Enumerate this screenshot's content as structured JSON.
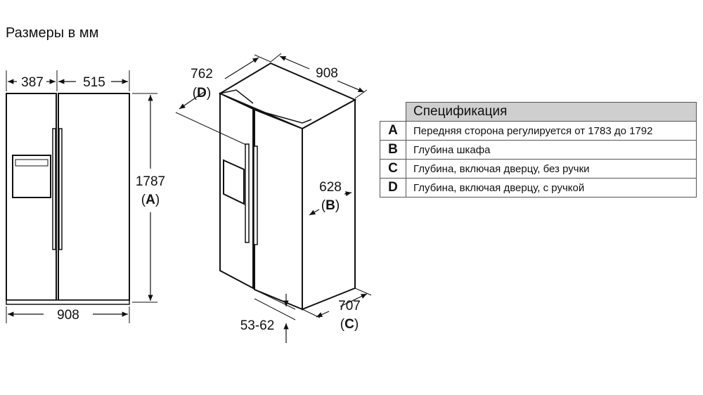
{
  "title": "Размеры в мм",
  "front_view": {
    "width_left": "387",
    "width_right": "515",
    "width_total": "908",
    "height": "1787",
    "height_label": "A"
  },
  "iso_view": {
    "depth_door_handle": "762",
    "depth_door_handle_label": "D",
    "width": "908",
    "depth_cabinet": "628",
    "depth_cabinet_label": "B",
    "depth_door": "707",
    "depth_door_label": "C",
    "feet_adjust": "53-62"
  },
  "spec": {
    "header": "Спецификация",
    "rows": [
      {
        "key": "A",
        "text": "Передняя сторона регулируется от 1783 до 1792"
      },
      {
        "key": "B",
        "text": "Глубина шкафа"
      },
      {
        "key": "C",
        "text": "Глубина, включая дверцу, без ручки"
      },
      {
        "key": "D",
        "text": "Глубина, включая дверцу, с ручкой"
      }
    ]
  }
}
